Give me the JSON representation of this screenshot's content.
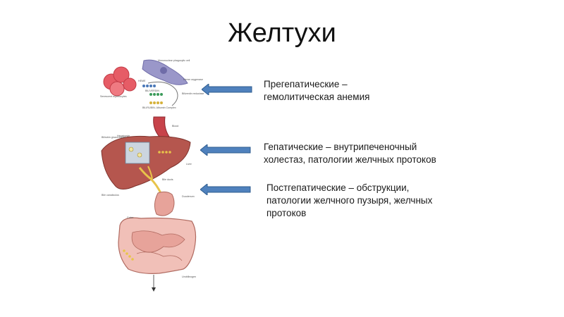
{
  "slide": {
    "title": "Желтухи"
  },
  "colors": {
    "arrow_fill": "#4f81bd",
    "arrow_stroke": "#2f5d8f",
    "liver": "#b5564e",
    "intestine": "#e7a39a",
    "rbc": "#e65c66",
    "bile": "#e8c44a"
  },
  "illustration": {
    "labels": {
      "mononuclear": "Mononuclear phagocytic cell",
      "senescent": "Senescent erythrocytes",
      "heme": "HEME",
      "heme_oxygenase": "Heme oxygenase",
      "biliverdin": "BILIVERDIN",
      "biliverdin_reductase": "Biliverdin reductase",
      "albumin_complex": "BILIRUBIN- Albumin Complex",
      "blood": "Blood",
      "hepatocyte": "Hepatocyte",
      "bilirubin_glucuronides": "Bilirubin glucuronides",
      "liver": "Liver",
      "bile_ducts": "Bile ducts",
      "bile_canaliculus": "Bile canaliculus",
      "duodenum": "Duodenum",
      "colon": "Colon",
      "urobilinogen": "Urobilinogen"
    }
  },
  "causes": [
    {
      "lines": [
        "Прегепатические –",
        "гемолитическая анемия"
      ]
    },
    {
      "lines": [
        "Гепатические – внутрипеченочный",
        "холестаз, патологии желчных протоков"
      ]
    },
    {
      "lines": [
        "Постгепатические – обструкции,",
        "патологии желчного пузыря, желчных",
        "протоков"
      ]
    }
  ]
}
